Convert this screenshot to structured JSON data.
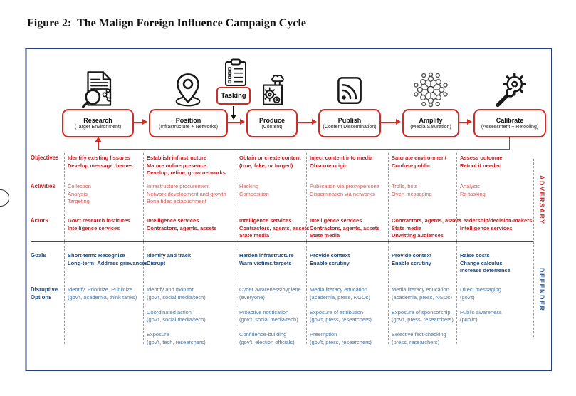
{
  "figure": {
    "title": "Figure 2:  The Malign Foreign Influence Campaign Cycle",
    "tasking_label": "Tasking",
    "side_labels": {
      "adversary": "ADVERSARY",
      "defender": "DEFENDER"
    },
    "colors": {
      "adversary_red": "#bb2025",
      "activity_red": "#d0605e",
      "defender_blue": "#20497b",
      "option_blue": "#4b77a3",
      "stage_box_red": "#d42a26",
      "frame_navy": "#24407c"
    },
    "row_labels": {
      "objectives": "Objectives",
      "activities": "Activities",
      "actors": "Actors",
      "goals": "Goals",
      "options": "Disruptive\nOptions"
    },
    "stages": [
      {
        "name": "Research",
        "subtitle": "(Target Environment)",
        "icon": "document-search-icon"
      },
      {
        "name": "Position",
        "subtitle": "(Infrastructure + Networks)",
        "icon": "location-pin-icon"
      },
      {
        "name": "Produce",
        "subtitle": "(Content)",
        "icon": "content-factory-icon"
      },
      {
        "name": "Publish",
        "subtitle": "(Content Dissemination)",
        "icon": "broadcast-rss-icon"
      },
      {
        "name": "Amplify",
        "subtitle": "(Media Saturation)",
        "icon": "network-nodes-icon"
      },
      {
        "name": "Calibrate",
        "subtitle": "(Assessment + Retooling)",
        "icon": "gear-wrench-icon"
      }
    ],
    "columns": [
      {
        "objectives": "Identify existing fissures\nDevelop message themes",
        "activities": "Collection\nAnalysis\nTargeting",
        "actors": "Gov't research institutes\nIntelligence services",
        "goals": "Short-term: Recognize\nLong-term: Address grievances",
        "options": "Identify, Prioritize, Publicize\n(gov't, academia, think tanks)"
      },
      {
        "objectives": "Establish infrastructure\nMature online presence\nDevelop, refine, grow networks",
        "activities": "Infrastructure procurement\nNetwork development and growth\nBona fides establishment",
        "actors": "Intelligence services\nContractors, agents, assets",
        "goals": "Identify and track\nDisrupt",
        "options": "Identify and monitor\n(gov't, social media/tech)\n\nCoordinated action\n(gov't, social media/tech)\n\nExposure\n(gov't, tech, researchers)"
      },
      {
        "objectives": "Obtain or create content\n(true, fake, or forged)",
        "activities": "Hacking\nComposition",
        "actors": "Intelligence services\nContractors, agents, assets\nState media",
        "goals": "Harden infrastructure\nWarn victims/targets",
        "options": "Cyber awareness/hygiene\n(everyone)\n\nProactive notification\n(gov't, social media/tech)\n\nConfidence-building\n(gov't, election officials)"
      },
      {
        "objectives": "Inject content into media\nObscure origin",
        "activities": "Publication via proxy/persona\nDissemination via networks",
        "actors": "Intelligence services\nContractors, agents, assets\nState media",
        "goals": "Provide context\nEnable scrutiny",
        "options": "Media literacy education\n(academia, press, NGOs)\n\nExposure of attribution\n(gov't, press, researchers)\n\nPreemption\n(gov't, press, researchers)"
      },
      {
        "objectives": "Saturate environment\nConfuse public",
        "activities": "Trolls, bots\nOvert messaging",
        "actors": "Contractors, agents, assets\nState media\nUnwitting audiences",
        "goals": "Provide context\nEnable scrutiny",
        "options": "Media literacy education\n(academia, press, NGOs)\n\nExposure of sponsorship\n(gov't, press, researchers)\n\nSelective fact-checking\n(press, researchers)"
      },
      {
        "objectives": "Assess outcome\nRetool if needed",
        "activities": "Analysis\nRe-tasking",
        "actors": "Leadership/decision-makers\nIntelligence services",
        "goals": "Raise costs\nChange calculus\nIncrease deterrence",
        "options": "Direct messaging\n(gov't)\n\nPublic awareness\n(public)"
      }
    ]
  }
}
